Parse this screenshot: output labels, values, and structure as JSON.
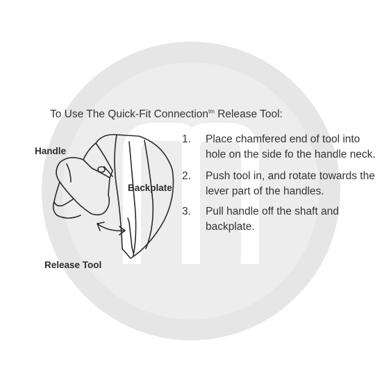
{
  "title": {
    "text": "To Use The Quick-Fit Connection",
    "superscript": "tm",
    "suffix": " Release Tool:"
  },
  "diagram": {
    "labels": {
      "handle": "Handle",
      "backplate": "Backplate",
      "release_tool": "Release Tool"
    },
    "line_color": "#2a2a2a"
  },
  "steps": [
    {
      "number": "1.",
      "text": "Place chamfered end of tool into hole on the side fo the handle neck."
    },
    {
      "number": "2.",
      "text": "Push tool in, and rotate towards the lever part of the handles."
    },
    {
      "number": "3.",
      "text": "Pull handle off the shaft and backplate."
    }
  ],
  "watermark": {
    "color": "#e4e4e4"
  }
}
